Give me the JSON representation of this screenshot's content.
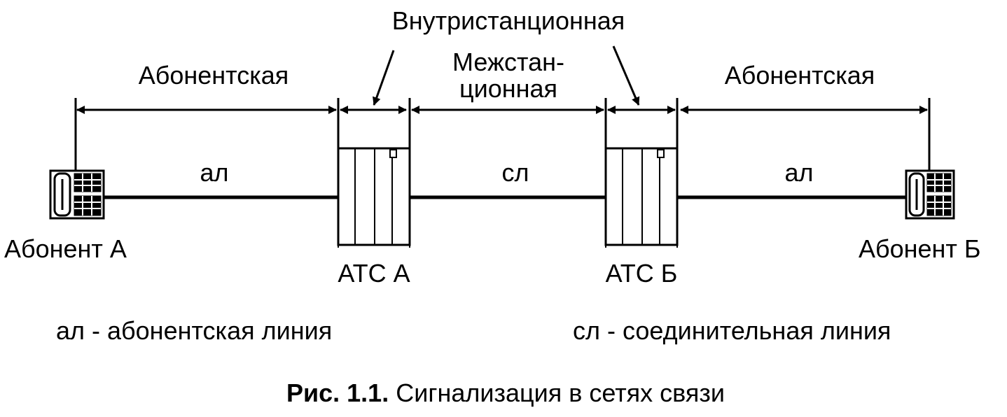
{
  "labels": {
    "intra_station": "Внутристанционная",
    "subscriber_left": "Абонентская",
    "inter_station_1": "Межстан-",
    "inter_station_2": "ционная",
    "subscriber_right": "Абонентская",
    "line_al_left": "ал",
    "line_sl": "сл",
    "line_al_right": "ал",
    "subscriber_a": "Абонент А",
    "subscriber_b": "Абонент Б",
    "exchange_a": "АТС А",
    "exchange_b": "АТС Б"
  },
  "legend": {
    "al": "ал - абонентская линия",
    "sl": "сл - соединительная линия"
  },
  "caption": {
    "number": "Рис. 1.1.",
    "title": "Сигнализация в сетях связи"
  }
}
